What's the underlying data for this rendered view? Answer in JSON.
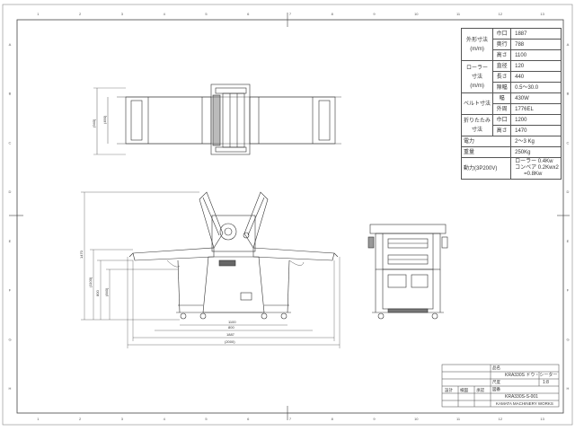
{
  "spec_table": {
    "outer": {
      "label": "外形寸法\n(m/m)",
      "rows": [
        {
          "sub": "巾口",
          "value": "1887"
        },
        {
          "sub": "奥行",
          "value": "788"
        },
        {
          "sub": "高さ",
          "value": "1100"
        }
      ]
    },
    "roller": {
      "label": "ローラー\n寸法\n(m/m)",
      "rows": [
        {
          "sub": "直径",
          "value": "120"
        },
        {
          "sub": "長さ",
          "value": "440"
        },
        {
          "sub": "隙幅",
          "value": "0.5〜30.0"
        }
      ]
    },
    "belt": {
      "label": "ベルト寸法",
      "rows": [
        {
          "sub": "幅",
          "value": "430W"
        },
        {
          "sub": "外周",
          "value": "1776EL"
        }
      ]
    },
    "folded": {
      "label": "折りたたみ\n寸法",
      "rows": [
        {
          "sub": "巾口",
          "value": "1200"
        },
        {
          "sub": "高さ",
          "value": "1470"
        }
      ]
    },
    "power": {
      "label": "電力",
      "value": "2〜3 Kg"
    },
    "weight": {
      "label": "重量",
      "value": "250Kg"
    },
    "motor": {
      "label": "動力(3P200V)",
      "lines": [
        "ローラー 0.4Kw",
        "コンベア 0.2Kwx2",
        "=0.8Kw"
      ]
    }
  },
  "title_block": {
    "name_label": "品名",
    "product": "KRA330S ドウ・シーター",
    "scale_label": "尺度",
    "scale": "1:8",
    "drawing_no_label": "図番",
    "drawing_no": "KRA330S-S-001",
    "company": "KAMATA MACHINERY WORKS",
    "designer_label": "設計",
    "checker_label": "検図",
    "approver_label": "承認"
  },
  "dimensions": {
    "top_view": [
      "(940)",
      "(490)"
    ],
    "front_view": [
      "1470",
      "(1100)",
      "800",
      "(840)",
      "1100",
      "1887",
      "(2000)",
      "800"
    ]
  },
  "border_labels": {
    "columns": [
      "1",
      "2",
      "3",
      "4",
      "5",
      "6",
      "7",
      "8",
      "9",
      "10",
      "11",
      "12",
      "13"
    ],
    "rows": [
      "A",
      "B",
      "C",
      "D",
      "E",
      "F",
      "G",
      "H"
    ]
  }
}
